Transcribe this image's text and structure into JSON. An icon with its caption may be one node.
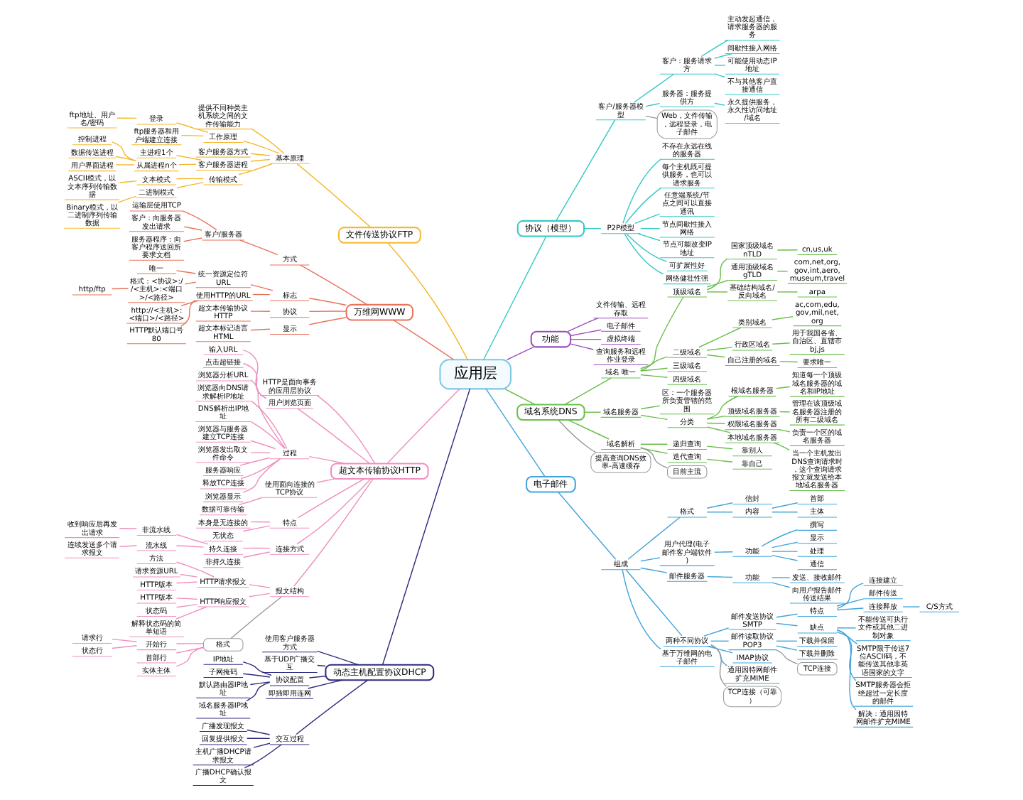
{
  "diagram": {
    "nodes": [
      {
        "text": [
          "应用层"
        ]
      },
      {
        "text": [
          "协议（模型）"
        ]
      },
      {
        "text": [
          "客户/服务器模型"
        ]
      },
      {
        "text": [
          "客户：服务请求方"
        ]
      },
      {
        "text": [
          "主动发起通信，请求服务器的服务"
        ]
      },
      {
        "text": [
          "间歇性接入网络"
        ]
      },
      {
        "text": [
          "可能使用动态IP地址"
        ]
      },
      {
        "text": [
          "不与其他客户直接通信"
        ]
      },
      {
        "text": [
          "服务器：服务提供方"
        ]
      },
      {
        "text": [
          "永久提供服务，永久性访问地址/域名"
        ]
      },
      {
        "text": [
          "Web，文件传输，远程登录，电子邮件"
        ]
      },
      {
        "text": [
          "P2P模型"
        ]
      },
      {
        "text": [
          "不存在永远在线的服务器"
        ]
      },
      {
        "text": [
          "每个主机既可提供服务，也可以请求服务"
        ]
      },
      {
        "text": [
          "任意端系统/节点之间可以直接通讯"
        ]
      },
      {
        "text": [
          "节点间歇性接入网络"
        ]
      },
      {
        "text": [
          "节点可能改变IP地址"
        ]
      },
      {
        "text": [
          "可扩展性好"
        ]
      },
      {
        "text": [
          "网络健壮性强"
        ]
      },
      {
        "text": [
          "功能"
        ]
      },
      {
        "text": [
          "文件传输、远程存取"
        ]
      },
      {
        "text": [
          "电子邮件"
        ]
      },
      {
        "text": [
          "虚拟终端"
        ]
      },
      {
        "text": [
          "查询服务和远程作业登录"
        ]
      },
      {
        "text": [
          "域名系统DNS"
        ]
      },
      {
        "text": [
          "域名 唯一"
        ]
      },
      {
        "text": [
          "顶级域名"
        ]
      },
      {
        "text": [
          "国家顶级域名 nTLD"
        ]
      },
      {
        "text": [
          "cn,us,uk"
        ]
      },
      {
        "text": [
          "通用顶级域名 gTLD"
        ]
      },
      {
        "text": [
          "com,net,org,gov,int,aero,museum,travel"
        ]
      },
      {
        "text": [
          "基础结构域名/反向域名"
        ]
      },
      {
        "text": [
          "arpa"
        ]
      },
      {
        "text": [
          "二级域名"
        ]
      },
      {
        "text": [
          "类别域名"
        ]
      },
      {
        "text": [
          "ac,com,edu,gov,mil,net,org"
        ]
      },
      {
        "text": [
          "行政区域名"
        ]
      },
      {
        "text": [
          "用于我国各省、自治区、直辖市 bj,js"
        ]
      },
      {
        "text": [
          "自己注册的域名"
        ]
      },
      {
        "text": [
          "要求唯一"
        ]
      },
      {
        "text": [
          "三级域名"
        ]
      },
      {
        "text": [
          "四级域名"
        ]
      },
      {
        "text": [
          "域名服务器"
        ]
      },
      {
        "text": [
          "区：一个服务器所负责管辖的范围"
        ]
      },
      {
        "text": [
          "分类"
        ]
      },
      {
        "text": [
          "根域名服务器"
        ]
      },
      {
        "text": [
          "知道每一个顶级域名服务器的域名和IP地址"
        ]
      },
      {
        "text": [
          "顶级域名服务器"
        ]
      },
      {
        "text": [
          "管理在该顶级域名服务器注册的所有二级域名"
        ]
      },
      {
        "text": [
          "权限域名服务器"
        ]
      },
      {
        "text": [
          "负责一个区的域名服务器"
        ]
      },
      {
        "text": [
          "本地域名服务器"
        ]
      },
      {
        "text": [
          "当一个主机发出DNS查询请求时，这个查询请求报文就发送给本地域名服务器"
        ]
      },
      {
        "text": [
          "域名解析"
        ]
      },
      {
        "text": [
          "递归查询"
        ]
      },
      {
        "text": [
          "靠别人"
        ]
      },
      {
        "text": [
          "迭代查询"
        ]
      },
      {
        "text": [
          "靠自己"
        ]
      },
      {
        "text": [
          "目前主流"
        ]
      },
      {
        "text": [
          "提高查询DNS效率-高速缓存"
        ]
      },
      {
        "text": [
          "电子邮件"
        ]
      },
      {
        "text": [
          "组成"
        ]
      },
      {
        "text": [
          "格式"
        ]
      },
      {
        "text": [
          "信封"
        ]
      },
      {
        "text": [
          "内容"
        ]
      },
      {
        "text": [
          "首部"
        ]
      },
      {
        "text": [
          "主体"
        ]
      },
      {
        "text": [
          "用户代理(电子邮件客户端软件)"
        ]
      },
      {
        "text": [
          "功能"
        ]
      },
      {
        "text": [
          "撰写"
        ]
      },
      {
        "text": [
          "显示"
        ]
      },
      {
        "text": [
          "处理"
        ]
      },
      {
        "text": [
          "通信"
        ]
      },
      {
        "text": [
          "邮件服务器"
        ]
      },
      {
        "text": [
          "功能"
        ]
      },
      {
        "text": [
          "发送、接收邮件"
        ]
      },
      {
        "text": [
          "向用户报告邮件传送结果"
        ]
      },
      {
        "text": [
          "两种不同协议"
        ]
      },
      {
        "text": [
          "邮件发送协议SMTP"
        ]
      },
      {
        "text": [
          "特点"
        ]
      },
      {
        "text": [
          "连接建立"
        ]
      },
      {
        "text": [
          "邮件传送"
        ]
      },
      {
        "text": [
          "连接释放"
        ]
      },
      {
        "text": [
          "C/S方式"
        ]
      },
      {
        "text": [
          "缺点"
        ]
      },
      {
        "text": [
          "不能传送可执行文件或其他二进制对象"
        ]
      },
      {
        "text": [
          "SMTP限于传送7位ASCII码，不能传送其他非英语国家的文字"
        ]
      },
      {
        "text": [
          "SMTP服务器会拒绝超过一定长度的邮件"
        ]
      },
      {
        "text": [
          "解决：通用因特网邮件扩充MIME"
        ]
      },
      {
        "text": [
          "邮件读取协议POP3"
        ]
      },
      {
        "text": [
          "下载并保留"
        ]
      },
      {
        "text": [
          "下载并删除"
        ]
      },
      {
        "text": [
          "TCP连接"
        ]
      },
      {
        "text": [
          "IMAP协议"
        ]
      },
      {
        "text": [
          "通用因特网邮件扩充MIME"
        ]
      },
      {
        "text": [
          "TCP连接（可靠）"
        ]
      },
      {
        "text": [
          "基于万维网的电子邮件"
        ]
      },
      {
        "text": [
          "文件传送协议FTP"
        ]
      },
      {
        "text": [
          "基本原理"
        ]
      },
      {
        "text": [
          "提供不同种类主机系统之间的文件传输能力"
        ]
      },
      {
        "text": [
          "工作原理"
        ]
      },
      {
        "text": [
          "登录"
        ]
      },
      {
        "text": [
          "ftp地址、用户名/密码"
        ]
      },
      {
        "text": [
          "ftp服务器和用户端建立连接"
        ]
      },
      {
        "text": [
          "客户服务器方式"
        ]
      },
      {
        "text": [
          "客户服务器进程"
        ]
      },
      {
        "text": [
          "主进程1个"
        ]
      },
      {
        "text": [
          "从属进程n个"
        ]
      },
      {
        "text": [
          "控制进程"
        ]
      },
      {
        "text": [
          "数据传送进程"
        ]
      },
      {
        "text": [
          "用户界面进程"
        ]
      },
      {
        "text": [
          "传输模式"
        ]
      },
      {
        "text": [
          "文本模式"
        ]
      },
      {
        "text": [
          "ASCII模式，以文本序列传输数据"
        ]
      },
      {
        "text": [
          "二进制模式"
        ]
      },
      {
        "text": [
          "Binary模式，以二进制序列传输数据"
        ]
      },
      {
        "text": [
          "万维网WWW"
        ]
      },
      {
        "text": [
          "方式"
        ]
      },
      {
        "text": [
          "客户/服务器"
        ]
      },
      {
        "text": [
          "运输层使用TCP"
        ]
      },
      {
        "text": [
          "客户：向服务器发出请求"
        ]
      },
      {
        "text": [
          "服务器程序：向客户程序送回所要求文档"
        ]
      },
      {
        "text": [
          "标志"
        ]
      },
      {
        "text": [
          "统一资源定位符URL"
        ]
      },
      {
        "text": [
          "唯一"
        ]
      },
      {
        "text": [
          "格式：<协议>://<主机>:<端口>/<路径>"
        ]
      },
      {
        "text": [
          "http/ftp"
        ]
      },
      {
        "text": [
          "使用HTTP的URL"
        ]
      },
      {
        "text": [
          "http://<主机>:<端口>/<路径>"
        ]
      },
      {
        "text": [
          "HTTP默认端口号80"
        ]
      },
      {
        "text": [
          "协议"
        ]
      },
      {
        "text": [
          "超文本传输协议HTTP"
        ]
      },
      {
        "text": [
          "显示"
        ]
      },
      {
        "text": [
          "超文本标记语言HTML"
        ]
      },
      {
        "text": [
          "超文本传输协议HTTP"
        ]
      },
      {
        "text": [
          "HTTP是面向事务的应用层协议"
        ]
      },
      {
        "text": [
          "用户浏览页面"
        ]
      },
      {
        "text": [
          "输入URL"
        ]
      },
      {
        "text": [
          "点击超链接"
        ]
      },
      {
        "text": [
          "过程"
        ]
      },
      {
        "text": [
          "浏览器分析URL"
        ]
      },
      {
        "text": [
          "浏览器向DNS请求解析IP地址"
        ]
      },
      {
        "text": [
          "DNS解析出IP地址"
        ]
      },
      {
        "text": [
          "浏览器与服务器建立TCP连接"
        ]
      },
      {
        "text": [
          "浏览器发出取文件命令"
        ]
      },
      {
        "text": [
          "服务器响应"
        ]
      },
      {
        "text": [
          "释放TCP连接"
        ]
      },
      {
        "text": [
          "浏览器显示"
        ]
      },
      {
        "text": [
          "使用面向连接的TCP协议"
        ]
      },
      {
        "text": [
          "数据可靠传输"
        ]
      },
      {
        "text": [
          "特点"
        ]
      },
      {
        "text": [
          "本身是无连接的"
        ]
      },
      {
        "text": [
          "无状态"
        ]
      },
      {
        "text": [
          "连接方式"
        ]
      },
      {
        "text": [
          "持久连接"
        ]
      },
      {
        "text": [
          "非流水线"
        ]
      },
      {
        "text": [
          "收到响应后再发出请求"
        ]
      },
      {
        "text": [
          "流水线"
        ]
      },
      {
        "text": [
          "连续发送多个请求报文"
        ]
      },
      {
        "text": [
          "非持久连接"
        ]
      },
      {
        "text": [
          "报文结构"
        ]
      },
      {
        "text": [
          "HTTP请求报文"
        ]
      },
      {
        "text": [
          "方法"
        ]
      },
      {
        "text": [
          "请求资源URL"
        ]
      },
      {
        "text": [
          "HTTP版本"
        ]
      },
      {
        "text": [
          "HTTP响应报文"
        ]
      },
      {
        "text": [
          "HTTP版本"
        ]
      },
      {
        "text": [
          "状态码"
        ]
      },
      {
        "text": [
          "解释状态码的简单短语"
        ]
      },
      {
        "text": [
          "格式"
        ]
      },
      {
        "text": [
          "开始行"
        ]
      },
      {
        "text": [
          "请求行"
        ]
      },
      {
        "text": [
          "状态行"
        ]
      },
      {
        "text": [
          "首部行"
        ]
      },
      {
        "text": [
          "实体主体"
        ]
      },
      {
        "text": [
          "动态主机配置协议DHCP"
        ]
      },
      {
        "text": [
          "使用客户服务器方式"
        ]
      },
      {
        "text": [
          "基于UDP广播交互"
        ]
      },
      {
        "text": [
          "协议配置"
        ]
      },
      {
        "text": [
          "IP地址"
        ]
      },
      {
        "text": [
          "子网掩码"
        ]
      },
      {
        "text": [
          "默认路由器IP地址"
        ]
      },
      {
        "text": [
          "域名服务器IP地址"
        ]
      },
      {
        "text": [
          "即插即用连网"
        ]
      },
      {
        "text": [
          "交互过程"
        ]
      },
      {
        "text": [
          "广播发现报文"
        ]
      },
      {
        "text": [
          "回复提供报文"
        ]
      },
      {
        "text": [
          "主机广播DHCP请求报文"
        ]
      },
      {
        "text": [
          "广播DHCP确认报文"
        ]
      }
    ],
    "edges": [
      {
        "from": 0,
        "to": 1,
        "arrow": "none",
        "color": "#35c9c4"
      },
      {
        "from": 1,
        "to": 2,
        "arrow": "none",
        "color": "#35c9c4"
      },
      {
        "from": 2,
        "to": 3,
        "arrow": "none",
        "color": "#35c9c4"
      },
      {
        "from": 3,
        "to": 4,
        "arrow": "none",
        "color": "#35c9c4"
      },
      {
        "from": 3,
        "to": 5,
        "arrow": "none",
        "color": "#35c9c4"
      },
      {
        "from": 3,
        "to": 6,
        "arrow": "none",
        "color": "#35c9c4"
      },
      {
        "from": 3,
        "to": 7,
        "arrow": "none",
        "color": "#35c9c4"
      },
      {
        "from": 2,
        "to": 8,
        "arrow": "none",
        "color": "#35c9c4"
      },
      {
        "from": 8,
        "to": 9,
        "arrow": "none",
        "color": "#35c9c4"
      },
      {
        "from": 2,
        "to": 10,
        "arrow": "none",
        "color": "#999999"
      },
      {
        "from": 1,
        "to": 11,
        "arrow": "none",
        "color": "#35c9c4"
      },
      {
        "from": 11,
        "to": 12,
        "arrow": "none",
        "color": "#35c9c4"
      },
      {
        "from": 11,
        "to": 13,
        "arrow": "none",
        "color": "#35c9c4"
      },
      {
        "from": 11,
        "to": 14,
        "arrow": "none",
        "color": "#35c9c4"
      },
      {
        "from": 11,
        "to": 15,
        "arrow": "none",
        "color": "#35c9c4"
      },
      {
        "from": 11,
        "to": 16,
        "arrow": "none",
        "color": "#35c9c4"
      },
      {
        "from": 11,
        "to": 17,
        "arrow": "none",
        "color": "#35c9c4"
      },
      {
        "from": 11,
        "to": 18,
        "arrow": "none",
        "color": "#35c9c4"
      },
      {
        "from": 0,
        "to": 19,
        "arrow": "none",
        "color": "#9b4dbb"
      },
      {
        "from": 19,
        "to": 20,
        "arrow": "none",
        "color": "#9b4dbb"
      },
      {
        "from": 19,
        "to": 21,
        "arrow": "none",
        "color": "#9b4dbb"
      },
      {
        "from": 19,
        "to": 22,
        "arrow": "none",
        "color": "#9b4dbb"
      },
      {
        "from": 19,
        "to": 23,
        "arrow": "none",
        "color": "#9b4dbb"
      },
      {
        "from": 0,
        "to": 24,
        "arrow": "none",
        "color": "#6abf4b"
      },
      {
        "from": 24,
        "to": 25,
        "arrow": "none",
        "color": "#6abf4b"
      },
      {
        "from": 25,
        "to": 26,
        "arrow": "none",
        "color": "#6abf4b"
      },
      {
        "from": 26,
        "to": 27,
        "arrow": "none",
        "color": "#6abf4b"
      },
      {
        "from": 27,
        "to": 28,
        "arrow": "none",
        "color": "#6abf4b"
      },
      {
        "from": 26,
        "to": 29,
        "arrow": "none",
        "color": "#6abf4b"
      },
      {
        "from": 29,
        "to": 30,
        "arrow": "none",
        "color": "#6abf4b"
      },
      {
        "from": 26,
        "to": 31,
        "arrow": "none",
        "color": "#6abf4b"
      },
      {
        "from": 31,
        "to": 32,
        "arrow": "none",
        "color": "#6abf4b"
      },
      {
        "from": 25,
        "to": 33,
        "arrow": "none",
        "color": "#6abf4b"
      },
      {
        "from": 33,
        "to": 34,
        "arrow": "none",
        "color": "#6abf4b"
      },
      {
        "from": 34,
        "to": 35,
        "arrow": "none",
        "color": "#6abf4b"
      },
      {
        "from": 33,
        "to": 36,
        "arrow": "none",
        "color": "#6abf4b"
      },
      {
        "from": 36,
        "to": 37,
        "arrow": "none",
        "color": "#6abf4b"
      },
      {
        "from": 33,
        "to": 38,
        "arrow": "none",
        "color": "#6abf4b"
      },
      {
        "from": 38,
        "to": 39,
        "arrow": "none",
        "color": "#6abf4b"
      },
      {
        "from": 25,
        "to": 40,
        "arrow": "none",
        "color": "#6abf4b"
      },
      {
        "from": 25,
        "to": 41,
        "arrow": "none",
        "color": "#6abf4b"
      },
      {
        "from": 24,
        "to": 42,
        "arrow": "none",
        "color": "#6abf4b"
      },
      {
        "from": 42,
        "to": 43,
        "arrow": "none",
        "color": "#6abf4b"
      },
      {
        "from": 42,
        "to": 44,
        "arrow": "none",
        "color": "#6abf4b"
      },
      {
        "from": 44,
        "to": 45,
        "arrow": "none",
        "color": "#6abf4b"
      },
      {
        "from": 45,
        "to": 46,
        "arrow": "none",
        "color": "#6abf4b"
      },
      {
        "from": 44,
        "to": 47,
        "arrow": "none",
        "color": "#6abf4b"
      },
      {
        "from": 47,
        "to": 48,
        "arrow": "none",
        "color": "#6abf4b"
      },
      {
        "from": 44,
        "to": 49,
        "arrow": "none",
        "color": "#6abf4b"
      },
      {
        "from": 49,
        "to": 50,
        "arrow": "none",
        "color": "#6abf4b"
      },
      {
        "from": 44,
        "to": 51,
        "arrow": "none",
        "color": "#6abf4b"
      },
      {
        "from": 51,
        "to": 52,
        "arrow": "none",
        "color": "#6abf4b"
      },
      {
        "from": 24,
        "to": 53,
        "arrow": "none",
        "color": "#6abf4b"
      },
      {
        "from": 53,
        "to": 54,
        "arrow": "none",
        "color": "#6abf4b"
      },
      {
        "from": 54,
        "to": 55,
        "arrow": "none",
        "color": "#6abf4b"
      },
      {
        "from": 53,
        "to": 56,
        "arrow": "none",
        "color": "#6abf4b"
      },
      {
        "from": 56,
        "to": 57,
        "arrow": "none",
        "color": "#6abf4b"
      },
      {
        "from": 53,
        "to": 58,
        "arrow": "none",
        "color": "#999999"
      },
      {
        "from": 24,
        "to": 59,
        "arrow": "none",
        "color": "#999999"
      },
      {
        "from": 0,
        "to": 60,
        "arrow": "none",
        "color": "#41a5dc"
      },
      {
        "from": 60,
        "to": 61,
        "arrow": "none",
        "color": "#41a5dc"
      },
      {
        "from": 61,
        "to": 62,
        "arrow": "none",
        "color": "#41a5dc"
      },
      {
        "from": 62,
        "to": 63,
        "arrow": "none",
        "color": "#41a5dc"
      },
      {
        "from": 62,
        "to": 64,
        "arrow": "none",
        "color": "#41a5dc"
      },
      {
        "from": 64,
        "to": 65,
        "arrow": "none",
        "color": "#41a5dc"
      },
      {
        "from": 64,
        "to": 66,
        "arrow": "none",
        "color": "#41a5dc"
      },
      {
        "from": 61,
        "to": 67,
        "arrow": "none",
        "color": "#41a5dc"
      },
      {
        "from": 67,
        "to": 68,
        "arrow": "none",
        "color": "#41a5dc"
      },
      {
        "from": 68,
        "to": 69,
        "arrow": "none",
        "color": "#41a5dc"
      },
      {
        "from": 68,
        "to": 70,
        "arrow": "none",
        "color": "#41a5dc"
      },
      {
        "from": 68,
        "to": 71,
        "arrow": "none",
        "color": "#41a5dc"
      },
      {
        "from": 68,
        "to": 72,
        "arrow": "none",
        "color": "#41a5dc"
      },
      {
        "from": 61,
        "to": 73,
        "arrow": "none",
        "color": "#41a5dc"
      },
      {
        "from": 73,
        "to": 74,
        "arrow": "none",
        "color": "#41a5dc"
      },
      {
        "from": 74,
        "to": 75,
        "arrow": "none",
        "color": "#41a5dc"
      },
      {
        "from": 74,
        "to": 76,
        "arrow": "none",
        "color": "#41a5dc"
      },
      {
        "from": 61,
        "to": 77,
        "arrow": "none",
        "color": "#41a5dc"
      },
      {
        "from": 77,
        "to": 78,
        "arrow": "none",
        "color": "#41a5dc"
      },
      {
        "from": 78,
        "to": 79,
        "arrow": "none",
        "color": "#41a5dc"
      },
      {
        "from": 79,
        "to": 80,
        "arrow": "none",
        "color": "#41a5dc"
      },
      {
        "from": 79,
        "to": 81,
        "arrow": "none",
        "color": "#41a5dc"
      },
      {
        "from": 79,
        "to": 82,
        "arrow": "none",
        "color": "#41a5dc"
      },
      {
        "from": 82,
        "to": 83,
        "arrow": "none",
        "color": "#41a5dc"
      },
      {
        "from": 78,
        "to": 84,
        "arrow": "none",
        "color": "#41a5dc"
      },
      {
        "from": 84,
        "to": 85,
        "arrow": "none",
        "color": "#41a5dc"
      },
      {
        "from": 84,
        "to": 86,
        "arrow": "none",
        "color": "#41a5dc"
      },
      {
        "from": 84,
        "to": 87,
        "arrow": "none",
        "color": "#41a5dc"
      },
      {
        "from": 84,
        "to": 88,
        "arrow": "none",
        "color": "#41a5dc"
      },
      {
        "from": 77,
        "to": 89,
        "arrow": "none",
        "color": "#41a5dc"
      },
      {
        "from": 89,
        "to": 90,
        "arrow": "none",
        "color": "#41a5dc"
      },
      {
        "from": 89,
        "to": 91,
        "arrow": "none",
        "color": "#41a5dc"
      },
      {
        "from": 89,
        "to": 92,
        "arrow": "none",
        "color": "#999999"
      },
      {
        "from": 77,
        "to": 93,
        "arrow": "none",
        "color": "#41a5dc"
      },
      {
        "from": 77,
        "to": 94,
        "arrow": "none",
        "color": "#41a5dc"
      },
      {
        "from": 77,
        "to": 95,
        "arrow": "none",
        "color": "#999999"
      },
      {
        "from": 61,
        "to": 96,
        "arrow": "none",
        "color": "#41a5dc"
      },
      {
        "from": 0,
        "to": 97,
        "arrow": "none",
        "color": "#f5b82e"
      },
      {
        "from": 97,
        "to": 98,
        "arrow": "none",
        "color": "#f5b82e"
      },
      {
        "from": 98,
        "to": 99,
        "arrow": "none",
        "color": "#f5b82e"
      },
      {
        "from": 98,
        "to": 100,
        "arrow": "none",
        "color": "#f5b82e"
      },
      {
        "from": 100,
        "to": 101,
        "arrow": "none",
        "color": "#f5b82e"
      },
      {
        "from": 101,
        "to": 102,
        "arrow": "none",
        "color": "#f5b82e"
      },
      {
        "from": 100,
        "to": 103,
        "arrow": "none",
        "color": "#f5b82e"
      },
      {
        "from": 98,
        "to": 104,
        "arrow": "none",
        "color": "#f5b82e"
      },
      {
        "from": 98,
        "to": 105,
        "arrow": "none",
        "color": "#f5b82e"
      },
      {
        "from": 105,
        "to": 106,
        "arrow": "none",
        "color": "#f5b82e"
      },
      {
        "from": 105,
        "to": 107,
        "arrow": "none",
        "color": "#f5b82e"
      },
      {
        "from": 107,
        "to": 108,
        "arrow": "none",
        "color": "#f5b82e"
      },
      {
        "from": 107,
        "to": 109,
        "arrow": "none",
        "color": "#f5b82e"
      },
      {
        "from": 107,
        "to": 110,
        "arrow": "none",
        "color": "#f5b82e"
      },
      {
        "from": 98,
        "to": 111,
        "arrow": "none",
        "color": "#f5b82e"
      },
      {
        "from": 111,
        "to": 112,
        "arrow": "none",
        "color": "#f5b82e"
      },
      {
        "from": 112,
        "to": 113,
        "arrow": "none",
        "color": "#f5b82e"
      },
      {
        "from": 111,
        "to": 114,
        "arrow": "none",
        "color": "#f5b82e"
      },
      {
        "from": 114,
        "to": 115,
        "arrow": "none",
        "color": "#f5b82e"
      },
      {
        "from": 0,
        "to": 116,
        "arrow": "none",
        "color": "#e8735a"
      },
      {
        "from": 116,
        "to": 117,
        "arrow": "none",
        "color": "#e8735a"
      },
      {
        "from": 117,
        "to": 118,
        "arrow": "none",
        "color": "#e8735a"
      },
      {
        "from": 118,
        "to": 119,
        "arrow": "none",
        "color": "#e8735a"
      },
      {
        "from": 118,
        "to": 120,
        "arrow": "none",
        "color": "#e8735a"
      },
      {
        "from": 118,
        "to": 121,
        "arrow": "none",
        "color": "#e8735a"
      },
      {
        "from": 116,
        "to": 122,
        "arrow": "none",
        "color": "#e8735a"
      },
      {
        "from": 122,
        "to": 123,
        "arrow": "none",
        "color": "#e8735a"
      },
      {
        "from": 123,
        "to": 124,
        "arrow": "none",
        "color": "#e8735a"
      },
      {
        "from": 123,
        "to": 125,
        "arrow": "none",
        "color": "#e8735a"
      },
      {
        "from": 125,
        "to": 126,
        "arrow": "none",
        "color": "#e8735a"
      },
      {
        "from": 122,
        "to": 127,
        "arrow": "none",
        "color": "#e8735a"
      },
      {
        "from": 127,
        "to": 128,
        "arrow": "none",
        "color": "#e8735a"
      },
      {
        "from": 127,
        "to": 129,
        "arrow": "none",
        "color": "#e8735a"
      },
      {
        "from": 116,
        "to": 130,
        "arrow": "none",
        "color": "#e8735a"
      },
      {
        "from": 130,
        "to": 131,
        "arrow": "none",
        "color": "#e8735a"
      },
      {
        "from": 116,
        "to": 132,
        "arrow": "none",
        "color": "#e8735a"
      },
      {
        "from": 132,
        "to": 133,
        "arrow": "none",
        "color": "#e8735a"
      },
      {
        "from": 0,
        "to": 134,
        "arrow": "none",
        "color": "#ef8fc0"
      },
      {
        "from": 134,
        "to": 135,
        "arrow": "none",
        "color": "#ef8fc0"
      },
      {
        "from": 134,
        "to": 136,
        "arrow": "none",
        "color": "#ef8fc0"
      },
      {
        "from": 136,
        "to": 137,
        "arrow": "none",
        "color": "#ef8fc0"
      },
      {
        "from": 136,
        "to": 138,
        "arrow": "none",
        "color": "#ef8fc0"
      },
      {
        "from": 134,
        "to": 139,
        "arrow": "none",
        "color": "#ef8fc0"
      },
      {
        "from": 139,
        "to": 140,
        "arrow": "none",
        "color": "#ef8fc0"
      },
      {
        "from": 139,
        "to": 141,
        "arrow": "none",
        "color": "#ef8fc0"
      },
      {
        "from": 139,
        "to": 142,
        "arrow": "none",
        "color": "#ef8fc0"
      },
      {
        "from": 139,
        "to": 143,
        "arrow": "none",
        "color": "#ef8fc0"
      },
      {
        "from": 139,
        "to": 144,
        "arrow": "none",
        "color": "#ef8fc0"
      },
      {
        "from": 139,
        "to": 145,
        "arrow": "none",
        "color": "#ef8fc0"
      },
      {
        "from": 139,
        "to": 146,
        "arrow": "none",
        "color": "#ef8fc0"
      },
      {
        "from": 139,
        "to": 147,
        "arrow": "none",
        "color": "#ef8fc0"
      },
      {
        "from": 134,
        "to": 148,
        "arrow": "none",
        "color": "#ef8fc0"
      },
      {
        "from": 148,
        "to": 149,
        "arrow": "none",
        "color": "#ef8fc0"
      },
      {
        "from": 134,
        "to": 150,
        "arrow": "none",
        "color": "#ef8fc0"
      },
      {
        "from": 150,
        "to": 151,
        "arrow": "none",
        "color": "#ef8fc0"
      },
      {
        "from": 150,
        "to": 152,
        "arrow": "none",
        "color": "#ef8fc0"
      },
      {
        "from": 134,
        "to": 153,
        "arrow": "none",
        "color": "#ef8fc0"
      },
      {
        "from": 153,
        "to": 154,
        "arrow": "none",
        "color": "#ef8fc0"
      },
      {
        "from": 154,
        "to": 155,
        "arrow": "none",
        "color": "#ef8fc0"
      },
      {
        "from": 155,
        "to": 156,
        "arrow": "none",
        "color": "#ef8fc0"
      },
      {
        "from": 154,
        "to": 157,
        "arrow": "none",
        "color": "#ef8fc0"
      },
      {
        "from": 157,
        "to": 158,
        "arrow": "none",
        "color": "#ef8fc0"
      },
      {
        "from": 153,
        "to": 159,
        "arrow": "none",
        "color": "#ef8fc0"
      },
      {
        "from": 134,
        "to": 160,
        "arrow": "none",
        "color": "#ef8fc0"
      },
      {
        "from": 160,
        "to": 161,
        "arrow": "none",
        "color": "#ef8fc0"
      },
      {
        "from": 161,
        "to": 162,
        "arrow": "none",
        "color": "#ef8fc0"
      },
      {
        "from": 161,
        "to": 163,
        "arrow": "none",
        "color": "#ef8fc0"
      },
      {
        "from": 161,
        "to": 164,
        "arrow": "none",
        "color": "#ef8fc0"
      },
      {
        "from": 160,
        "to": 165,
        "arrow": "none",
        "color": "#ef8fc0"
      },
      {
        "from": 165,
        "to": 166,
        "arrow": "none",
        "color": "#ef8fc0"
      },
      {
        "from": 165,
        "to": 167,
        "arrow": "none",
        "color": "#ef8fc0"
      },
      {
        "from": 165,
        "to": 168,
        "arrow": "none",
        "color": "#ef8fc0"
      },
      {
        "from": 160,
        "to": 169,
        "arrow": "none",
        "color": "#999999"
      },
      {
        "from": 169,
        "to": 170,
        "arrow": "none",
        "color": "#ef8fc0"
      },
      {
        "from": 170,
        "to": 171,
        "arrow": "none",
        "color": "#ef8fc0"
      },
      {
        "from": 170,
        "to": 172,
        "arrow": "none",
        "color": "#ef8fc0"
      },
      {
        "from": 169,
        "to": 173,
        "arrow": "none",
        "color": "#ef8fc0"
      },
      {
        "from": 169,
        "to": 174,
        "arrow": "none",
        "color": "#ef8fc0"
      },
      {
        "from": 0,
        "to": 175,
        "arrow": "none",
        "color": "#2e2b7f"
      },
      {
        "from": 175,
        "to": 176,
        "arrow": "none",
        "color": "#2e2b7f"
      },
      {
        "from": 175,
        "to": 177,
        "arrow": "none",
        "color": "#2e2b7f"
      },
      {
        "from": 175,
        "to": 178,
        "arrow": "none",
        "color": "#2e2b7f"
      },
      {
        "from": 178,
        "to": 179,
        "arrow": "none",
        "color": "#2e2b7f"
      },
      {
        "from": 178,
        "to": 180,
        "arrow": "none",
        "color": "#2e2b7f"
      },
      {
        "from": 178,
        "to": 181,
        "arrow": "none",
        "color": "#2e2b7f"
      },
      {
        "from": 178,
        "to": 182,
        "arrow": "none",
        "color": "#2e2b7f"
      },
      {
        "from": 175,
        "to": 183,
        "arrow": "none",
        "color": "#2e2b7f"
      },
      {
        "from": 175,
        "to": 184,
        "arrow": "none",
        "color": "#2e2b7f"
      },
      {
        "from": 184,
        "to": 185,
        "arrow": "none",
        "color": "#2e2b7f"
      },
      {
        "from": 184,
        "to": 186,
        "arrow": "none",
        "color": "#2e2b7f"
      },
      {
        "from": 184,
        "to": 187,
        "arrow": "none",
        "color": "#2e2b7f"
      },
      {
        "from": 184,
        "to": 188,
        "arrow": "none",
        "color": "#2e2b7f"
      }
    ]
  }
}
